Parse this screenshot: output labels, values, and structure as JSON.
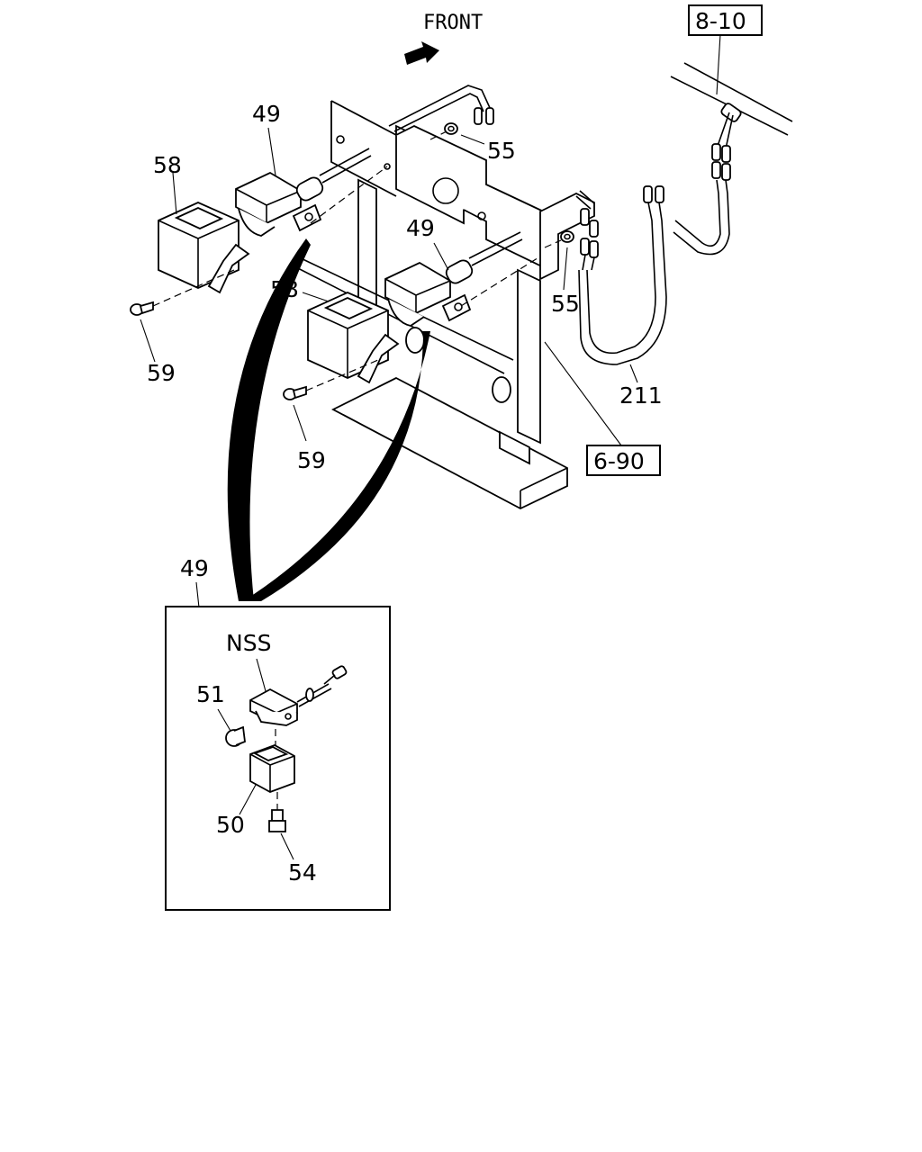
{
  "direction_label": "FRONT",
  "ref_boxes": {
    "harness_ref": "8-10",
    "frame_ref": "6-90"
  },
  "callouts": {
    "lamp_left": "49",
    "lamp_right": "49",
    "detail_lamp": "49",
    "cover_left": "58",
    "cover_right": "58",
    "screw_left": "59",
    "screw_right": "59",
    "nut_top": "55",
    "nut_right": "55",
    "harness": "211",
    "nss": "NSS",
    "bulb": "51",
    "lens": "50",
    "screw_detail": "54"
  }
}
